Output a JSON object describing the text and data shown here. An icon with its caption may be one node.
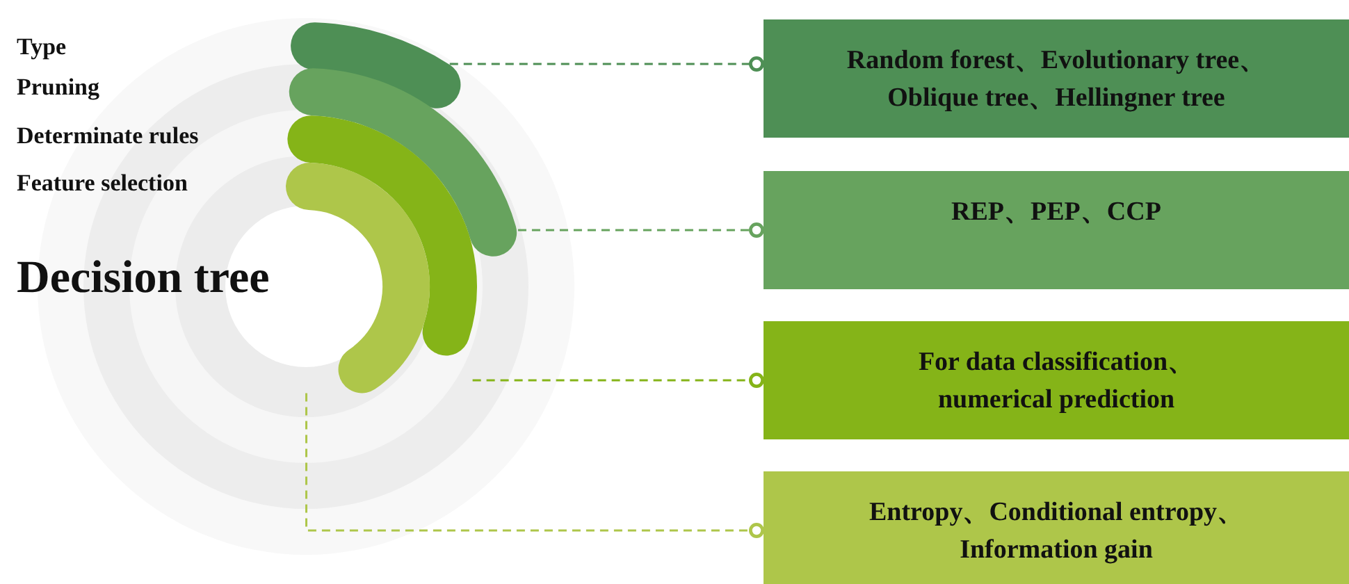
{
  "diagram": {
    "title": "Decision tree",
    "nodes": [
      {
        "text": [],
        "shape": "bar"
      },
      {
        "text": [],
        "shape": "bar"
      },
      {
        "text": [],
        "shape": "bar"
      },
      {
        "text": [],
        "shape": "bar"
      },
      {
        "text": [
          "Random forest、Evolutionary tree、Oblique tree、Hellingner tree"
        ]
      },
      {
        "text": [
          "REP、PEP、CCP"
        ]
      },
      {
        "text": [
          "For data classification、numerical prediction"
        ]
      },
      {
        "text": [
          "Entropy、Conditional entropy、Information gain"
        ]
      }
    ],
    "edges": [
      {
        "from": 0,
        "to": 4,
        "arrow": "other",
        "style": "dashed",
        "color": "#4e8f55"
      },
      {
        "from": 1,
        "to": 5,
        "arrow": "other",
        "style": "dashed",
        "color": "#67a35e"
      },
      {
        "from": 2,
        "to": 6,
        "arrow": "other",
        "style": "dashed",
        "color": "#85b418"
      },
      {
        "from": 3,
        "to": 7,
        "arrow": "other",
        "style": "dashed",
        "color": "#aec64a"
      }
    ],
    "labels": [
      "Type",
      "Pruning",
      "Determinate rules",
      "Feature selection"
    ]
  }
}
